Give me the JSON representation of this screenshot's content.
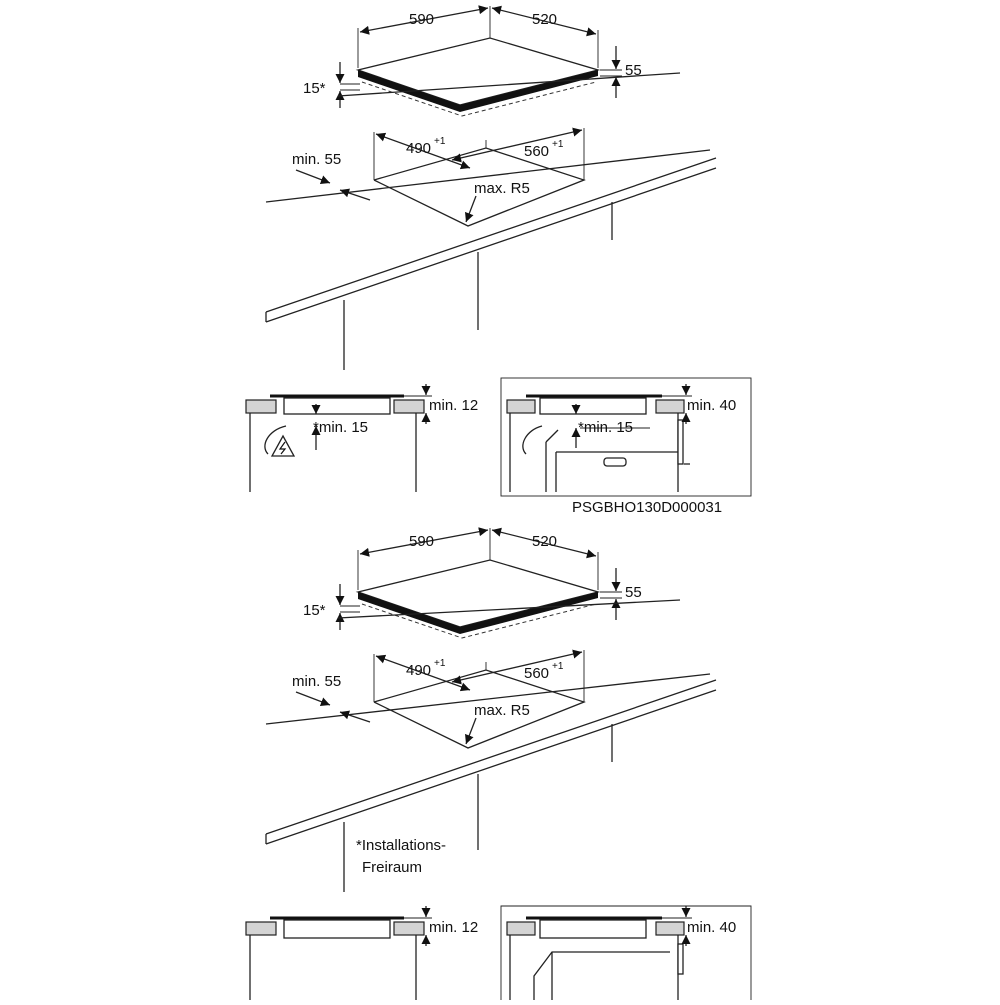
{
  "top": {
    "dim_width": "590",
    "dim_depth": "520",
    "dim_clearance": "15*",
    "dim_height": "55",
    "dim_cutout_width": "490",
    "dim_cutout_width_tol": "+1",
    "dim_cutout_depth": "560",
    "dim_cutout_depth_tol": "+1",
    "dim_edge": "min. 55",
    "dim_radius": "max. R5"
  },
  "mid": {
    "left_gap": "min. 12",
    "left_space": "*min. 15",
    "right_gap": "min. 40",
    "right_space": "*min. 15",
    "code": "PSGBHO130D000031"
  },
  "bottom": {
    "dim_width": "590",
    "dim_depth": "520",
    "dim_clearance": "15*",
    "dim_height": "55",
    "dim_cutout_width": "490",
    "dim_cutout_width_tol": "+1",
    "dim_cutout_depth": "560",
    "dim_cutout_depth_tol": "+1",
    "dim_edge": "min. 55",
    "dim_radius": "max. R5",
    "note_line1": "*Installations-",
    "note_line2": "Freiraum",
    "left_gap": "min. 12",
    "right_gap": "min. 40"
  },
  "icons": {
    "warning": "electrical-hazard-icon"
  }
}
